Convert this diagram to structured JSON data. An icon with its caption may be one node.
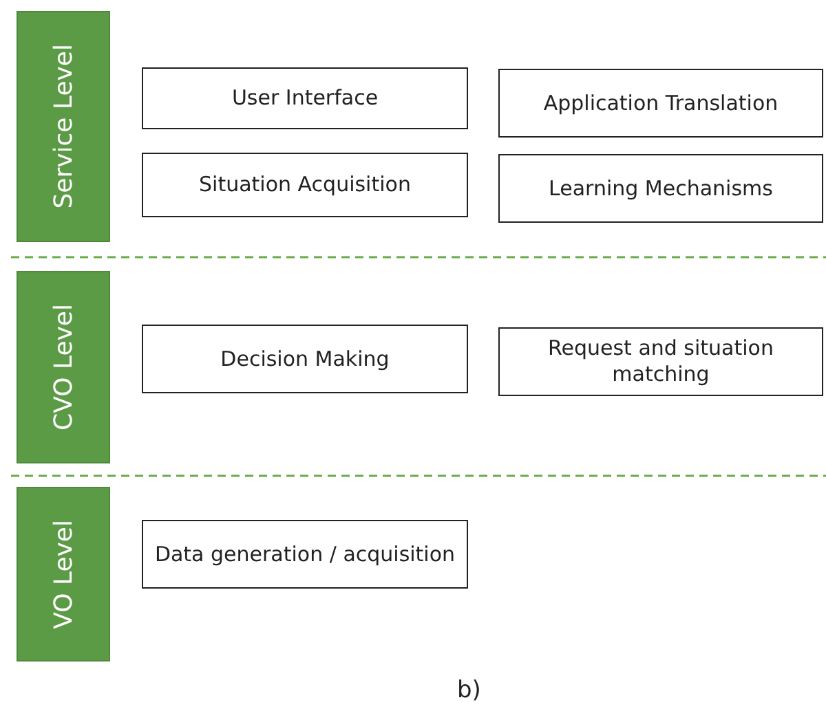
{
  "diagram": {
    "nodes": [
      {
        "text": [
          "Service Level"
        ]
      },
      {
        "text": [
          "User Interface"
        ]
      },
      {
        "text": [
          "Application Translation"
        ]
      },
      {
        "text": [
          "Situation Acquisition"
        ]
      },
      {
        "text": [
          "Learning Mechanisms"
        ]
      },
      {
        "text": [
          "CVO Level"
        ]
      },
      {
        "text": [
          "Decision Making"
        ]
      },
      {
        "text": [
          "Request and situation matching"
        ]
      },
      {
        "text": [
          "VO Level"
        ]
      },
      {
        "text": [
          "Data generation / acquisition"
        ]
      }
    ],
    "caption": "b)"
  }
}
